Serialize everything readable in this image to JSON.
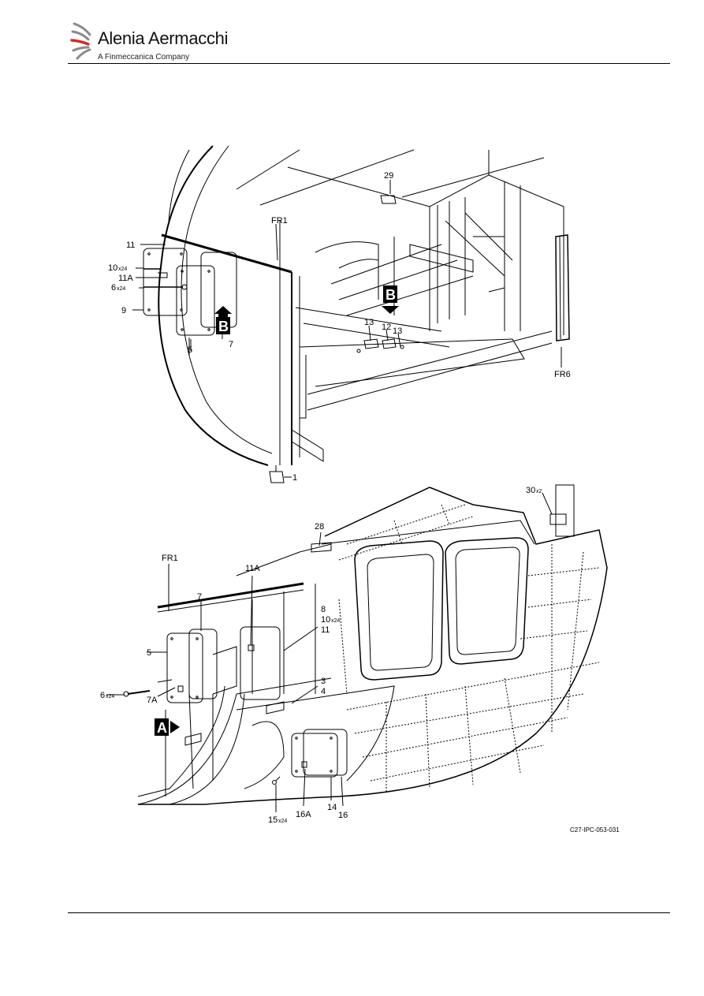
{
  "header": {
    "brand_name": "Alenia Aermacchi",
    "brand_tagline": "A Finmeccanica Company",
    "logo_icon": "alenia-swoosh-logo",
    "logo_color_red": "#d52b1e",
    "logo_color_gray": "#8a8a8a"
  },
  "top_view": {
    "view_marker": "B",
    "labels": {
      "l29": "29",
      "fr1": "FR1",
      "l11": "11",
      "l10": "10",
      "l10_qty": "x24",
      "l11a": "11A",
      "l6": "6",
      "l6_qty": "x24",
      "l9": "9",
      "l5": "5",
      "l7": "7",
      "l13a": "13",
      "l12": "12",
      "l13b": "13",
      "fr6": "FR6",
      "l1": "1"
    }
  },
  "bottom_view": {
    "view_marker": "A",
    "labels": {
      "l30": "30",
      "l30_qty": "x2",
      "l28": "28",
      "fr1": "FR1",
      "l11a": "11A",
      "l7": "7",
      "l8": "8",
      "l10": "10",
      "l10_qty": "x24",
      "l11": "11",
      "l5": "5",
      "l3": "3",
      "l4": "4",
      "l6": "6",
      "l6_qty": "x24",
      "l7a": "7A",
      "l15": "15",
      "l15_qty": "x24",
      "l16a": "16A",
      "l14": "14",
      "l16": "16"
    }
  },
  "figure_id": "C27-IPC-053-031"
}
